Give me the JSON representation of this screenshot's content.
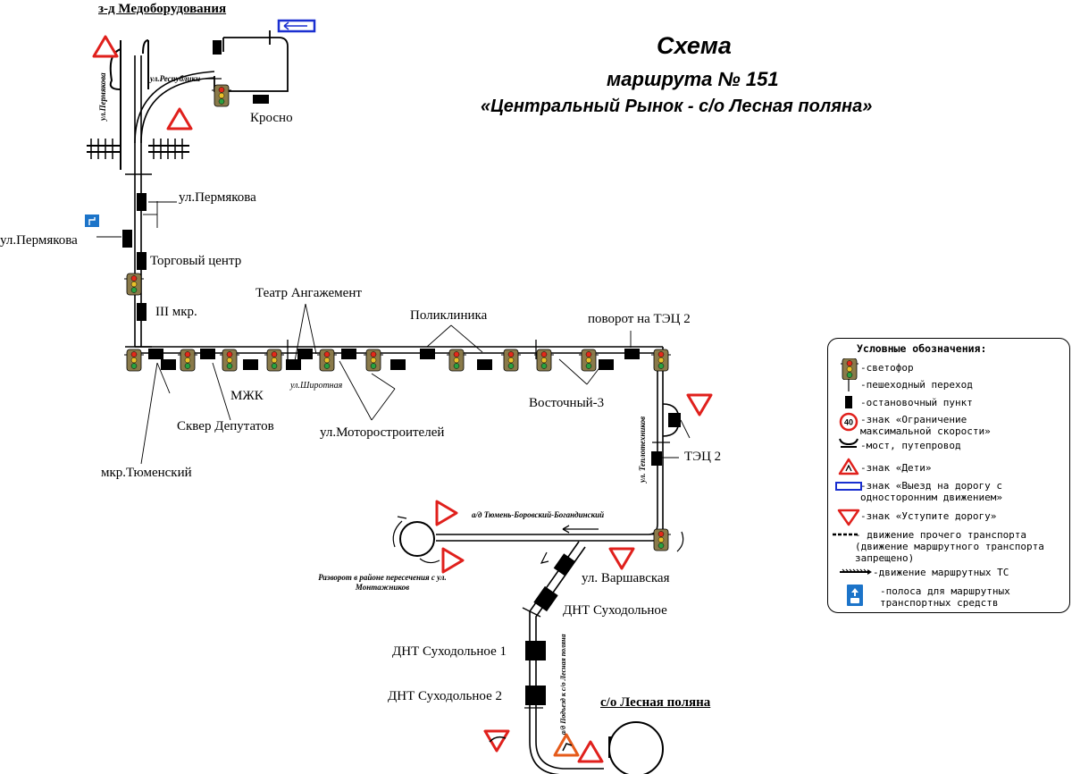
{
  "title": {
    "line1": "Схема",
    "line2": "маршрута № 151",
    "line3": "«Центральный Рынок - с/о Лесная поляна»"
  },
  "stops": {
    "zavod": "з-д Медоборудования",
    "krosno": "Кросно",
    "ul_respubliki": "ул.Республики",
    "ul_permyakova_vert": "ул.Пермякова",
    "permyakova_right": "ул.Пермякова",
    "permyakova_left": "ул.Пермякова",
    "torgovy": "Торговый центр",
    "iii_mkr": "III мкр.",
    "teatr": "Театр Ангажемент",
    "poliklinika": "Поликлиника",
    "povorot": "поворот на ТЭЦ 2",
    "mzhk": "МЖК",
    "ul_shirotnaya": "ул.Широтная",
    "skver": "Сквер Депутатов",
    "motorostroiteley": "ул.Моторостроителей",
    "vostochny": "Восточный-3",
    "mkr_tyumensky": "мкр.Тюменский",
    "ul_teplotehnikov": "ул. Теплотехников",
    "tec2": "ТЭЦ 2",
    "ad_tyumen": "а/д Тюмень-Боровский-Богандинский",
    "razvorot": "Разворот в районе пересечения с ул. Монтажников",
    "varshavskaya": "ул. Варшавская",
    "dnt_suhodolnoe": "ДНТ Суходольное",
    "dnt_1": "ДНТ Суходольное 1",
    "dnt_2": "ДНТ Суходольное 2",
    "ad_podezd": "а/д Подъезд к с/о Лесная поляна",
    "lesnaya": "с/о Лесная поляна"
  },
  "legend": {
    "title": "Условные обозначения:",
    "items": [
      {
        "icon": "traffic-light-icon",
        "text": "-светофор"
      },
      {
        "icon": "pedestrian-crossing-icon",
        "text": "-пешеходный переход"
      },
      {
        "icon": "bus-stop-icon",
        "text": "-остановочный пункт"
      },
      {
        "icon": "speed-limit-sign-icon",
        "text": "-знак «Ограничение\nмаксимальной скорости»",
        "sign_value": "40"
      },
      {
        "icon": "bridge-icon",
        "text": "-мост, путепровод"
      },
      {
        "icon": "children-sign-icon",
        "text": "-знак «Дети»"
      },
      {
        "icon": "one-way-entry-sign-icon",
        "text": "-знак «Выезд на дорогу с\nодносторонним движением»"
      },
      {
        "icon": "give-way-sign-icon",
        "text": "-знак «Уступите дорогу»"
      },
      {
        "icon": "other-traffic-line-icon",
        "text": "- движение прочего транспорта\n(движение маршрутного транспорта\nзапрещено)"
      },
      {
        "icon": "route-line-icon",
        "text": "-движение маршрутных ТС"
      },
      {
        "icon": "bus-lane-sign-icon",
        "text": "-полоса для маршрутных\nтранспортных средств"
      }
    ]
  },
  "colors": {
    "route": "#000000",
    "sign_red": "#e0201c",
    "sign_blue": "#1a2fd0",
    "lane_blue": "#1c74c9",
    "light_olive": "#7a6a3a"
  }
}
